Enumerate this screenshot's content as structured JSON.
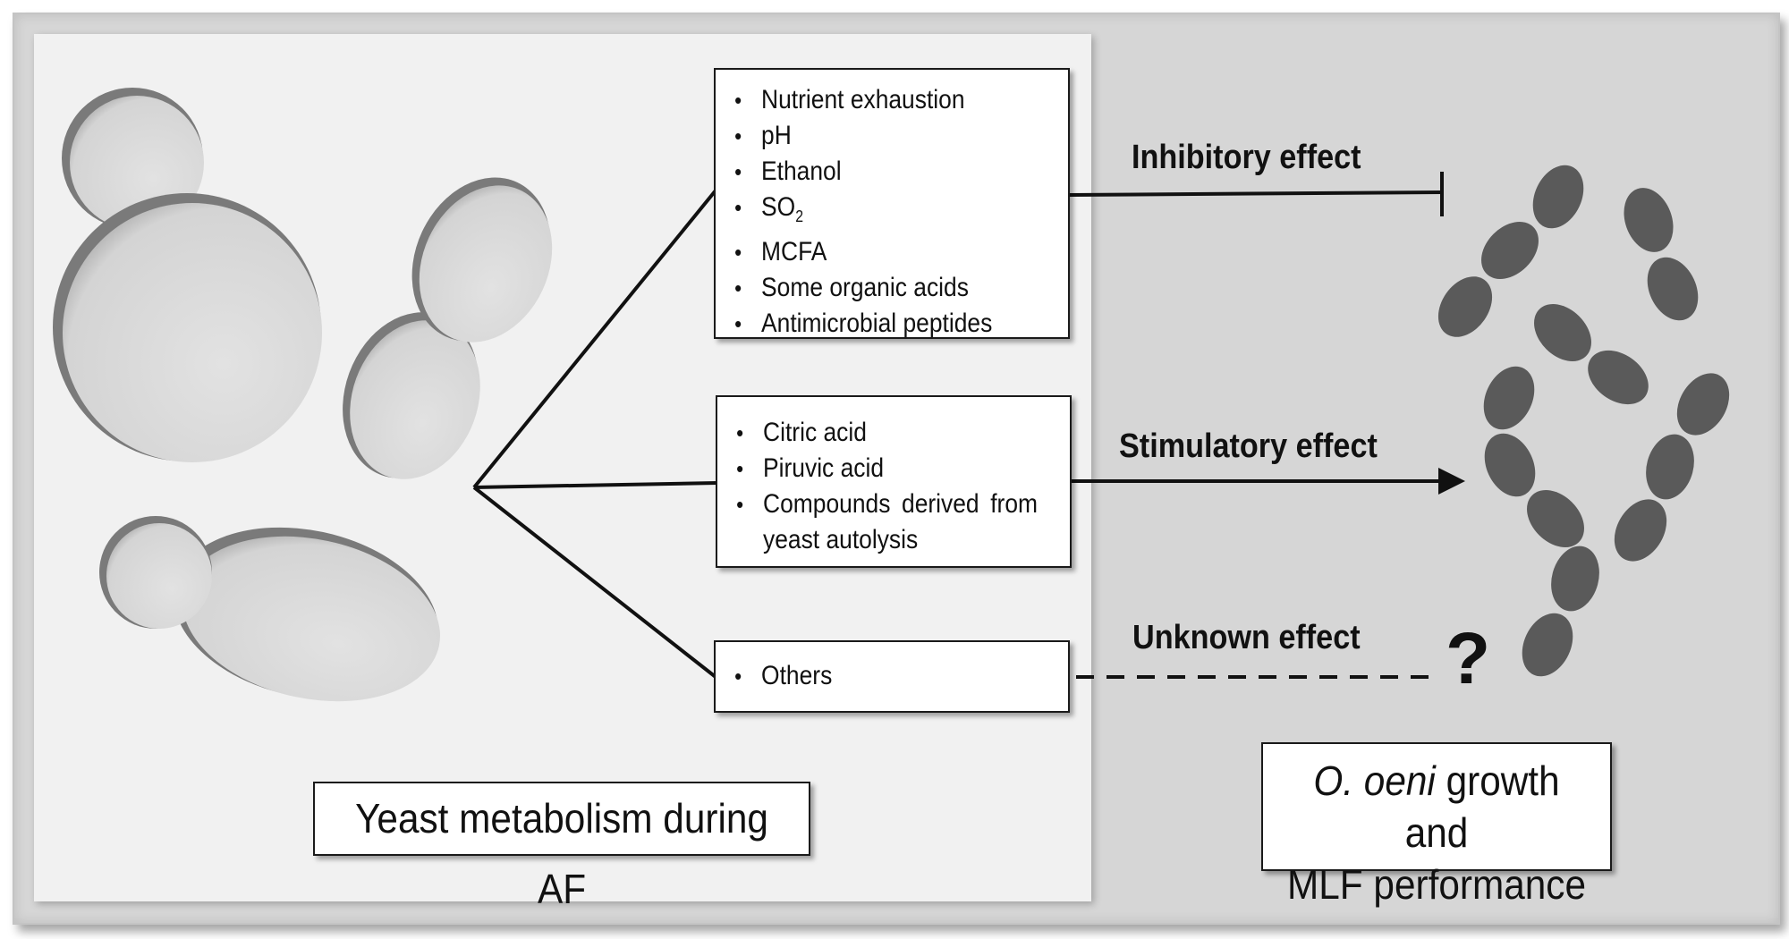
{
  "boxes": {
    "inhibitory_items": [
      "Nutrient exhaustion",
      "pH",
      "Ethanol",
      "SO",
      "MCFA",
      "Some organic acids",
      "Antimicrobial peptides"
    ],
    "so2_subscript": "2",
    "stimulatory_items": [
      "Citric acid",
      "Piruvic acid",
      "Compounds derived from",
      "yeast autolysis"
    ],
    "unknown_items": [
      "Others"
    ]
  },
  "effects": {
    "inhibitory": "Inhibitory effect",
    "stimulatory": "Stimulatory effect",
    "unknown": "Unknown effect",
    "unknown_symbol": "?"
  },
  "captions": {
    "yeast": "Yeast metabolism during AF",
    "oeni_italic": "O. oeni",
    "oeni_rest": " growth and",
    "oeni_line2": "MLF performance"
  },
  "colors": {
    "left_panel": "#f1f1f1",
    "right_panel": "#d6d6d6",
    "bacteria": "#5a5a5a",
    "yeast_cell": "#dadada"
  }
}
